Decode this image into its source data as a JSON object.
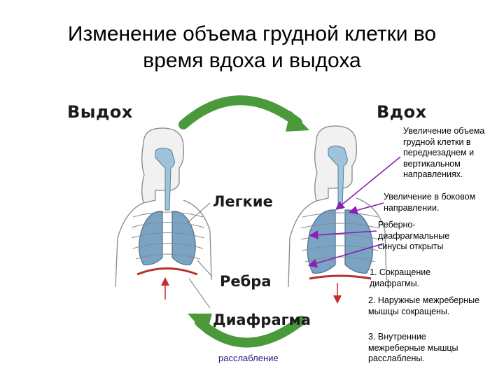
{
  "title": {
    "line1": "Изменение объема грудной клетки во",
    "line2": "время вдоха и выдоха"
  },
  "labels": {
    "exhale": "Выдох",
    "inhale": "Вдох",
    "lungs": "Легкие",
    "ribs": "Ребра",
    "diaphragm": "Диафрагма",
    "relaxation": "расслабление"
  },
  "notes": {
    "increase_front_vertical": "Увеличение объема грудной клетки в переднезаднем и вертикальном направлениях.",
    "increase_lateral": "Увеличение в боковом направлении.",
    "sinuses_open": "Реберно-диафрагмальные синусы открыты",
    "step1": "1. Сокращение диафрагмы.",
    "step2": "2. Наружные межреберные мышцы сокращены.",
    "step3": "3. Внутренние межреберные мышцы расслаблены."
  },
  "colors": {
    "arrow_green": "#4a9a3c",
    "pointer_purple": "#8a1fb8",
    "diaphragm_red": "#b5322e",
    "lung_blue": "#7aa3c4",
    "airway_blue": "#9ec3da"
  }
}
